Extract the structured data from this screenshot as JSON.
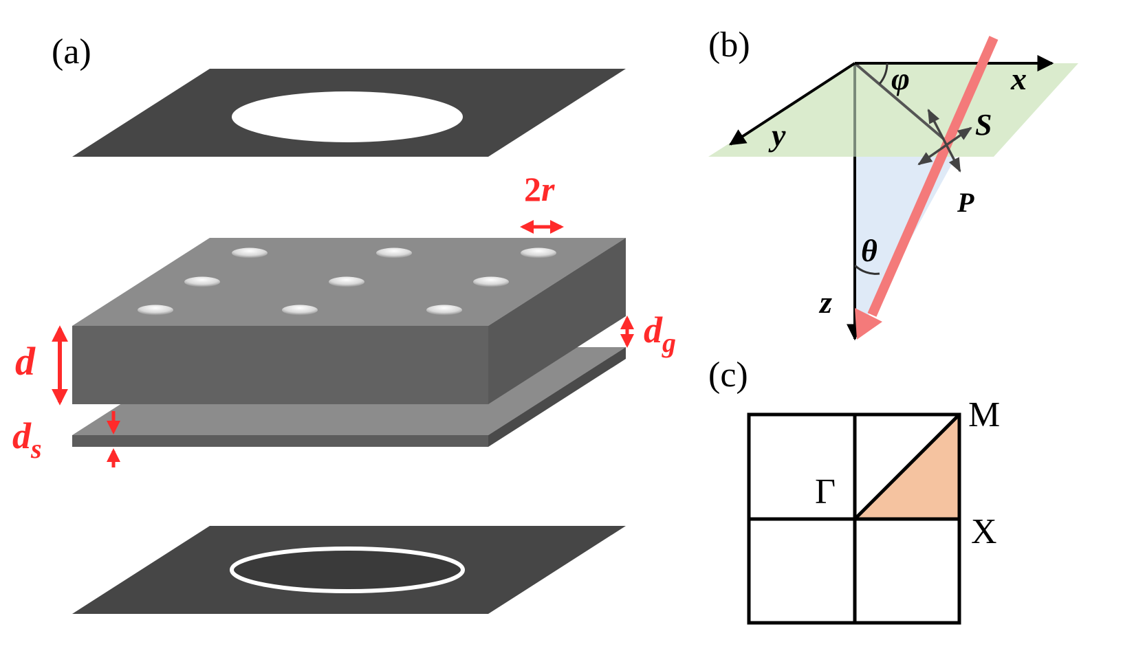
{
  "panel_labels": {
    "a": "(a)",
    "b": "(b)",
    "c": "(c)"
  },
  "panel_a": {
    "dims": {
      "two_r": {
        "base": "2",
        "var": "r"
      },
      "d": "d",
      "d_g": {
        "base": "d",
        "sub": "g"
      },
      "d_s": {
        "base": "d",
        "sub": "s"
      }
    },
    "hole_grid": {
      "rows": 3,
      "cols": 3
    }
  },
  "panel_b": {
    "axes": {
      "x": "x",
      "y": "y",
      "z": "z"
    },
    "angles": {
      "phi": "φ",
      "theta": "θ"
    },
    "polarizations": {
      "s": "S",
      "p": "P"
    }
  },
  "panel_c": {
    "points": {
      "gamma": "Γ",
      "m": "M",
      "x": "X"
    }
  },
  "colors": {
    "dark_plate": "#464646",
    "slab_top": "#8c8c8c",
    "slab_front": "#626262",
    "slab_side": "#585858",
    "dimension_red": "#ff2a2a",
    "incidence_plane": "#d4e8c4",
    "beam_plane": "#dce8f6",
    "beam": "#f47a7a",
    "brillouin_zone_fill": "#f5c3a0"
  }
}
